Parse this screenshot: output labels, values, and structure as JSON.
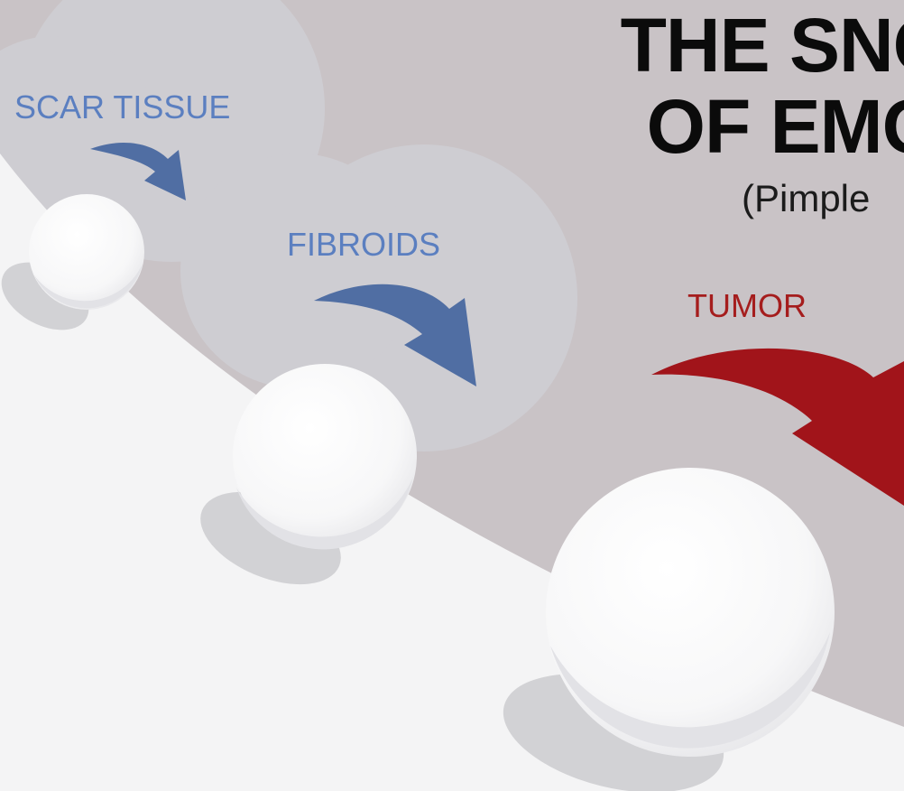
{
  "title": {
    "line1": "THE SNO",
    "line2": "OF EMO",
    "subtitle": "(Pimple"
  },
  "stages": [
    {
      "label": "SCAR TISSUE",
      "color": "#5b7fc0"
    },
    {
      "label": "FIBROIDS",
      "color": "#5b7fc0"
    },
    {
      "label": "TUMOR",
      "color": "#a51d1d"
    }
  ],
  "colors": {
    "slope": "#f4f4f5",
    "background_band": "#c9c3c6",
    "cloud": "#cfced3",
    "ball": "#ffffff",
    "shadow": "#d2d2d5",
    "arrow_blue": "#506ea3",
    "arrow_red": "#a1141a"
  }
}
